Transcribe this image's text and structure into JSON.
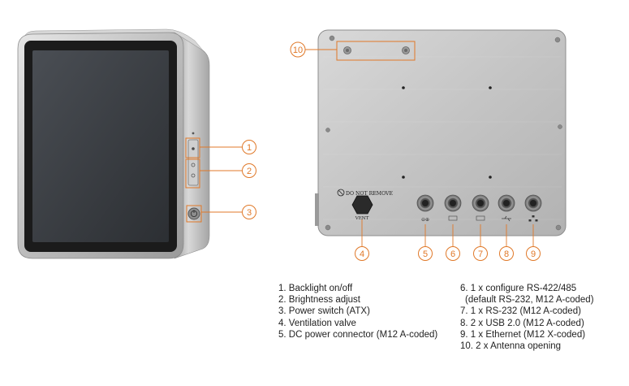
{
  "callouts": [
    {
      "n": "1"
    },
    {
      "n": "2"
    },
    {
      "n": "3"
    },
    {
      "n": "4"
    },
    {
      "n": "5"
    },
    {
      "n": "6"
    },
    {
      "n": "7"
    },
    {
      "n": "8"
    },
    {
      "n": "9"
    },
    {
      "n": "10"
    }
  ],
  "panel_labels": {
    "do_not_remove": "DO NOT REMOVE",
    "vent": "VENT"
  },
  "legend_left": [
    "1. Backlight on/off",
    "2. Brightness adjust",
    "3. Power switch (ATX)",
    "4. Ventilation valve",
    "5. DC power connector (M12 A-coded)"
  ],
  "legend_right": [
    "6. 1 x configure RS-422/485",
    "(default RS-232, M12 A-coded)",
    "7. 1 x RS-232 (M12 A-coded)",
    "8. 2 x USB 2.0  (M12 A-coded)",
    "9. 1 x Ethernet (M12 X-coded)",
    "10. 2 x Antenna opening"
  ],
  "colors": {
    "callout": "#e07828",
    "bezel": "#1b1b1b",
    "screen": "#3a3d42",
    "steel": "#c9c9c9",
    "steel_dark": "#8e8e8e"
  }
}
